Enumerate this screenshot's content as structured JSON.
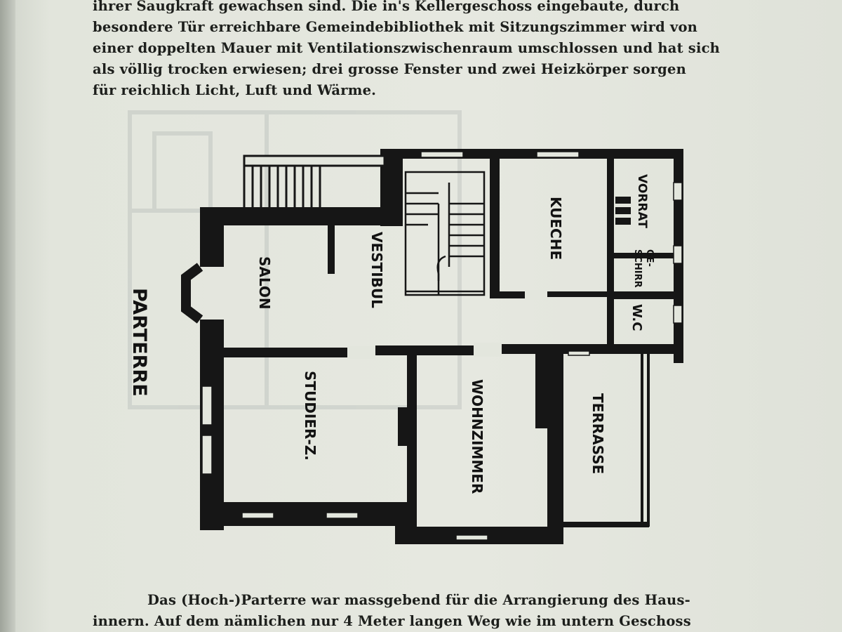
{
  "text_top": [
    "ihrer Saugkraft gewachsen sind. Die in's Kellergeschoss eingebaute, durch",
    "besondere Tür erreichbare Gemeindebibliothek mit Sitzungszimmer wird von",
    "einer doppelten Mauer mit Ventilationszwischenraum umschlossen und hat sich",
    "als völlig trocken erwiesen; drei grosse Fenster und zwei Heizkörper sorgen",
    "für reichlich Licht, Luft und Wärme."
  ],
  "plan": {
    "floor_title": "PARTERRE",
    "rooms": {
      "salon": "SALON",
      "vestibul": "VESTIBUL",
      "kueche": "KUECHE",
      "vorrat": "VORRAT",
      "geschirr_1": "GE-",
      "geschirr_2": "SCHIRR",
      "wc": "W.C",
      "studier": "STUDIER-Z.",
      "wohnzimmer": "WOHNZIMMER",
      "terrasse": "TERRASSE"
    }
  },
  "text_bottom": [
    "Das (Hoch-)Parterre war massgebend für die Arrangierung des Haus-",
    "innern. Auf dem nämlichen nur 4 Meter langen Weg wie im untern Geschoss"
  ]
}
